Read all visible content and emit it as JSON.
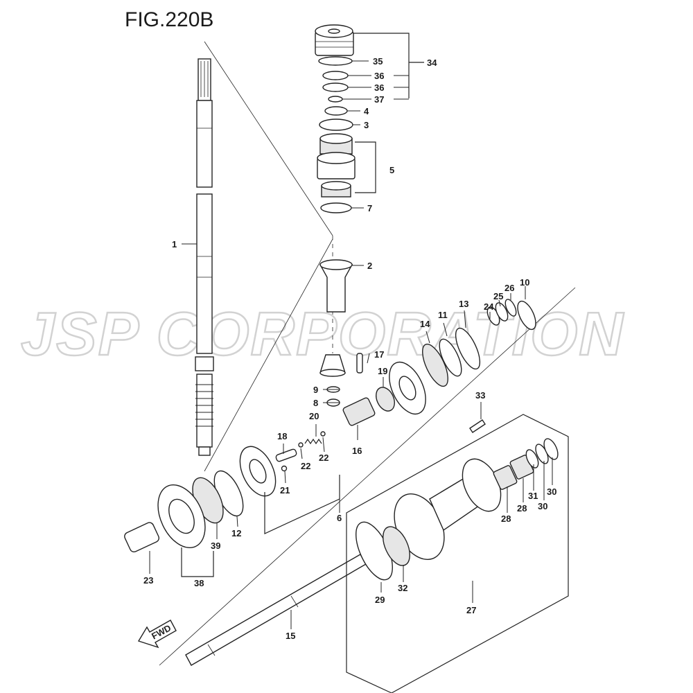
{
  "figure_title": "FIG.220B",
  "watermark": "JSP CORPORATION",
  "direction_arrow": "FWD",
  "colors": {
    "line": "#222222",
    "watermark_outline": "#d2d2d2",
    "background": "#ffffff"
  },
  "callouts": {
    "p1": "1",
    "p2": "2",
    "p3": "3",
    "p4": "4",
    "p5": "5",
    "p6": "6",
    "p7": "7",
    "p8": "8",
    "p9": "9",
    "p10": "10",
    "p11": "11",
    "p12": "12",
    "p13": "13",
    "p14": "14",
    "p15": "15",
    "p16": "16",
    "p17": "17",
    "p18": "18",
    "p19": "19",
    "p20": "20",
    "p21": "21",
    "p22a": "22",
    "p22b": "22",
    "p23": "23",
    "p24": "24",
    "p25": "25",
    "p26": "26",
    "p27": "27",
    "p28a": "28",
    "p28b": "28",
    "p29": "29",
    "p30a": "30",
    "p30b": "30",
    "p31": "31",
    "p32": "32",
    "p33": "33",
    "p34": "34",
    "p35": "35",
    "p36a": "36",
    "p36b": "36",
    "p37": "37",
    "p38": "38",
    "p39": "39"
  }
}
